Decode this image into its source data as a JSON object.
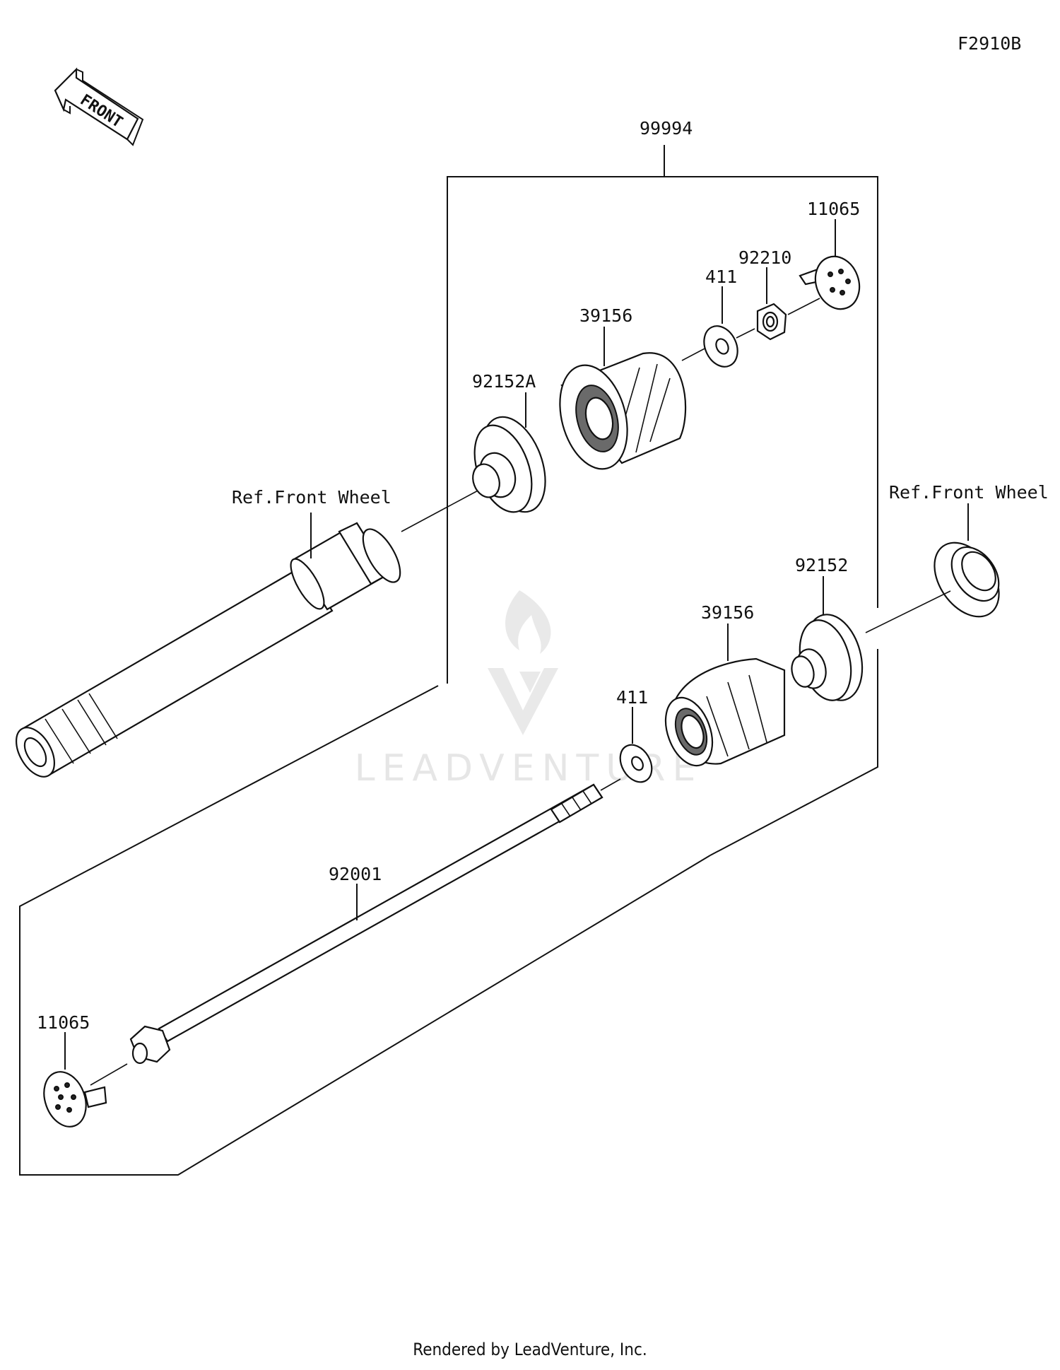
{
  "diagram": {
    "code": "F2910B",
    "front_label": "FRONT",
    "assembly_label": "99994",
    "callouts": {
      "lock_top": "11065",
      "nut_top": "92210",
      "washer_top": "411",
      "slider_top": "39156",
      "spacer_top": "92152A",
      "ref_left": "Ref.Front Wheel",
      "ref_right": "Ref.Front Wheel",
      "spacer_bottom": "92152",
      "slider_bottom": "39156",
      "washer_bottom": "411",
      "bolt": "92001",
      "lock_bottom": "11065"
    }
  },
  "watermark": {
    "text": "LEADVENTURE"
  },
  "footer": {
    "text": "Rendered by LeadVenture, Inc."
  }
}
